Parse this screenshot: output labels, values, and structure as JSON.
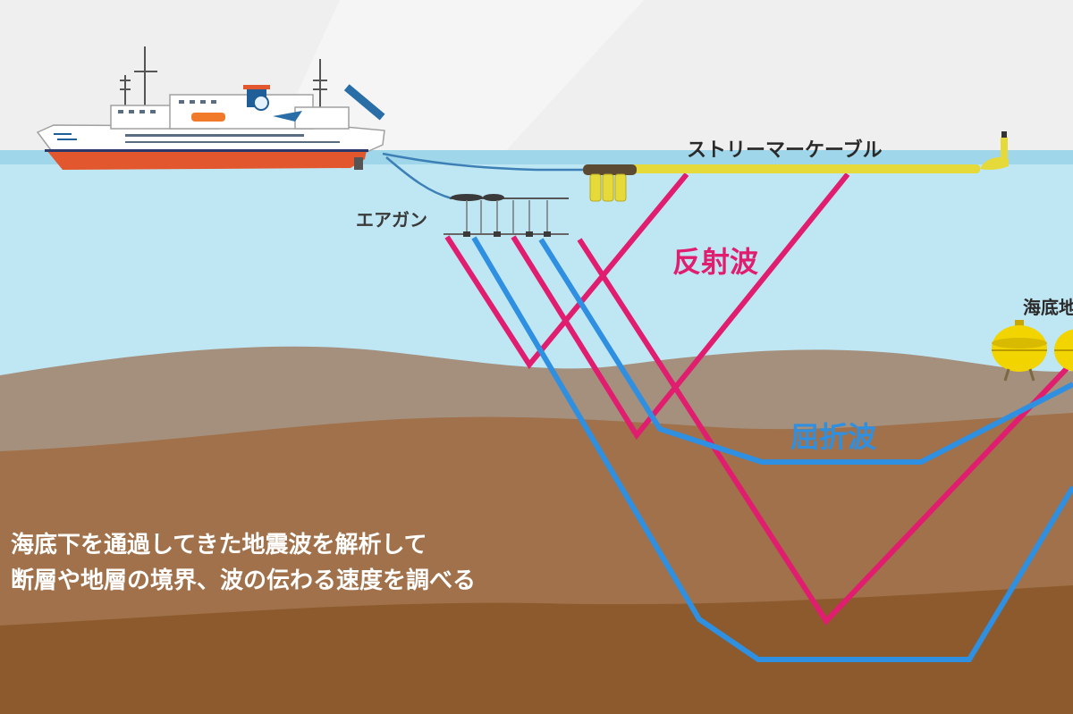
{
  "labels": {
    "streamer_cable": "ストリーマーケーブル",
    "air_gun": "エアガン",
    "reflected_wave": "反射波",
    "refracted_wave": "屈折波",
    "ocean_bottom_seismometer": "海底地"
  },
  "caption": {
    "line1": "海底下を通過してきた地震波を解析して",
    "line2": "断層や地層の境界、波の伝わる速度を調べる"
  },
  "colors": {
    "sky": "#efefef",
    "sea": "#bfe6f3",
    "layer_1": "#a58f7d",
    "layer_2": "#a0714a",
    "layer_3": "#8c5a2d",
    "reflected_wave": "#e01d6e",
    "refracted_wave": "#2f8fe0",
    "cable": "#e6d93a",
    "hull": "#e2572d"
  }
}
